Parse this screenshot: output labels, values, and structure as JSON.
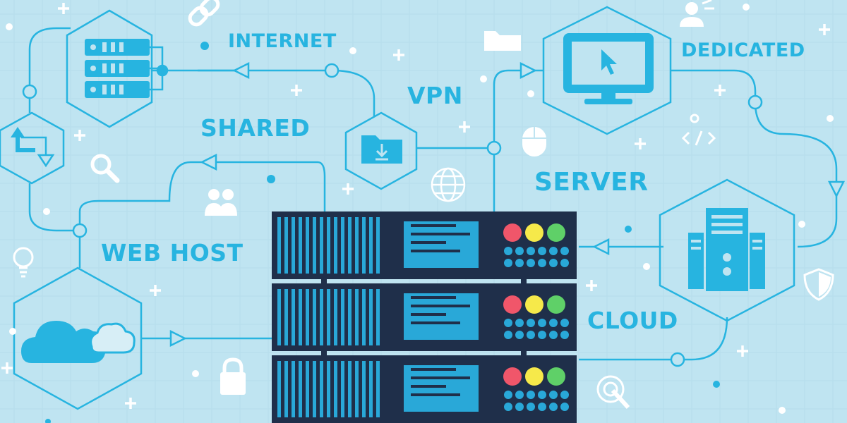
{
  "labels": {
    "internet": "INTERNET",
    "vpn": "VPN",
    "dedicated": "DEDICATED",
    "shared": "SHARED",
    "server": "SERVER",
    "web_host": "WEB HOST",
    "cloud": "CLOUD"
  },
  "colors": {
    "background": "#bfe4f1",
    "line": "#27b4e0",
    "accent": "#29a8d8",
    "rack_dark": "#1f2f4a",
    "led_red": "#f0566a",
    "led_yellow": "#f6e94a",
    "led_green": "#5fd068"
  },
  "icons": [
    "server-stack-icon",
    "folder-download-icon",
    "monitor-cursor-icon",
    "cloud-icon",
    "server-tower-icon",
    "server-rack-icon",
    "link-icon",
    "folder-icon",
    "user-admin-icon",
    "search-icon",
    "users-icon",
    "globe-icon",
    "mouse-icon",
    "code-icon",
    "lightbulb-icon",
    "lock-icon",
    "shield-icon",
    "click-icon"
  ]
}
